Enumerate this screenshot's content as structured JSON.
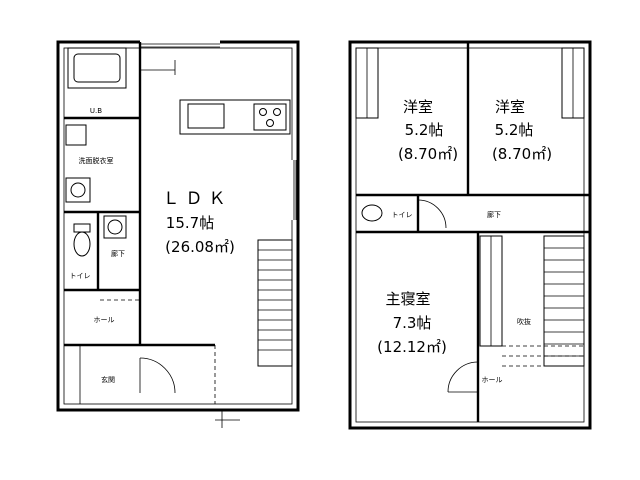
{
  "floor1": {
    "ldk": {
      "name": "ＬＤＫ",
      "size": "15.7帖",
      "area": "(26.08㎡)"
    },
    "labels": {
      "washroom": "洗面脱衣室",
      "toilet": "トイレ",
      "hall": "廊下",
      "hall2": "ホール",
      "entrance": "玄関",
      "bath_code": "U.B"
    }
  },
  "floor2": {
    "room1": {
      "name": "洋室",
      "size": "5.2帖",
      "area": "(8.70㎡)"
    },
    "room2": {
      "name": "洋室",
      "size": "5.2帖",
      "area": "(8.70㎡)"
    },
    "master": {
      "name": "主寝室",
      "size": "7.3帖",
      "area": "(12.12㎡)"
    },
    "labels": {
      "toilet": "トイレ",
      "hall": "廊下",
      "void": "吹抜",
      "hall2": "ホール"
    }
  }
}
